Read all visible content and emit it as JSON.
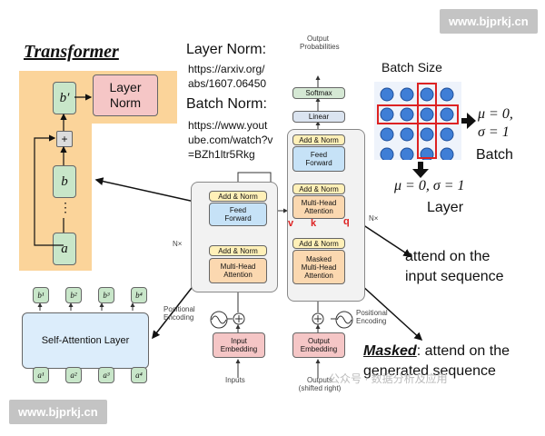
{
  "watermarks": {
    "top": "www.bjprkj.cn",
    "bottom": "www.bjprkj.cn"
  },
  "left_diagram": {
    "title": "Transformer",
    "layer_norm": "Layer\nNorm",
    "b_prime": "b′",
    "plus": "+",
    "b": "b",
    "dots": "⋮",
    "a": "a"
  },
  "notes": {
    "layer_norm_title": "Layer Norm:",
    "layer_norm_url": "https://arxiv.org/\nabs/1607.06450",
    "batch_norm_title": "Batch Norm:",
    "batch_norm_url": "https://www.yout\nube.com/watch?v\n=BZh1ltr5Rkg"
  },
  "batch_panel": {
    "batch_size": "Batch Size",
    "batch_eq": "μ = 0,\nσ = 1",
    "batch_label": "Batch",
    "layer_eq": "μ = 0, σ = 1",
    "layer_label": "Layer"
  },
  "self_attention": {
    "label": "Self-Attention Layer",
    "b_labels": [
      "b¹",
      "b²",
      "b³",
      "b⁴"
    ],
    "a_labels": [
      "a¹",
      "a²",
      "a³",
      "a⁴"
    ]
  },
  "transformer": {
    "output_probabilities": "Output\nProbabilities",
    "softmax": "Softmax",
    "linear": "Linear",
    "add_norm": "Add & Norm",
    "feed_forward": "Feed\nForward",
    "multi_head": "Multi-Head\nAttention",
    "masked_multi_head": "Masked\nMulti-Head\nAttention",
    "nx_left": "N×",
    "nx_right": "N×",
    "positional_encoding": "Positional\nEncoding",
    "input_embedding": "Input\nEmbedding",
    "output_embedding": "Output\nEmbedding",
    "inputs": "Inputs",
    "outputs": "Outputs\n(shifted right)",
    "v": "v",
    "k": "k",
    "q": "q"
  },
  "annotations": {
    "attend_input": "attend on the\ninput sequence",
    "masked": "Masked",
    "masked_rest": ": attend on the",
    "generated": "generated sequence",
    "faded": "公众号 · 数据分析及应用"
  }
}
